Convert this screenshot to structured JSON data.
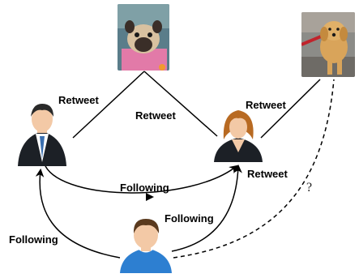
{
  "nodes": {
    "pug_photo": {
      "label": "pug-dog-photo"
    },
    "golden_photo": {
      "label": "golden-retriever-puppy-photo"
    },
    "businessman": {
      "label": "businessman-user"
    },
    "woman": {
      "label": "woman-user"
    },
    "young_man": {
      "label": "young-man-user"
    }
  },
  "edges": {
    "retweet_left": "Retweet",
    "retweet_mid": "Retweet",
    "retweet_right_top": "Retweet",
    "retweet_right_low": "Retweet",
    "following_mid": "Following",
    "following_right": "Following",
    "following_left": "Following",
    "unknown": "?"
  },
  "colors": {
    "line": "#000000",
    "skin": "#f3c9a6",
    "suit": "#1c2026",
    "hair_woman": "#b86a22",
    "shirt_boy": "#2d7fd1",
    "hair_boy": "#5a3a1e"
  }
}
